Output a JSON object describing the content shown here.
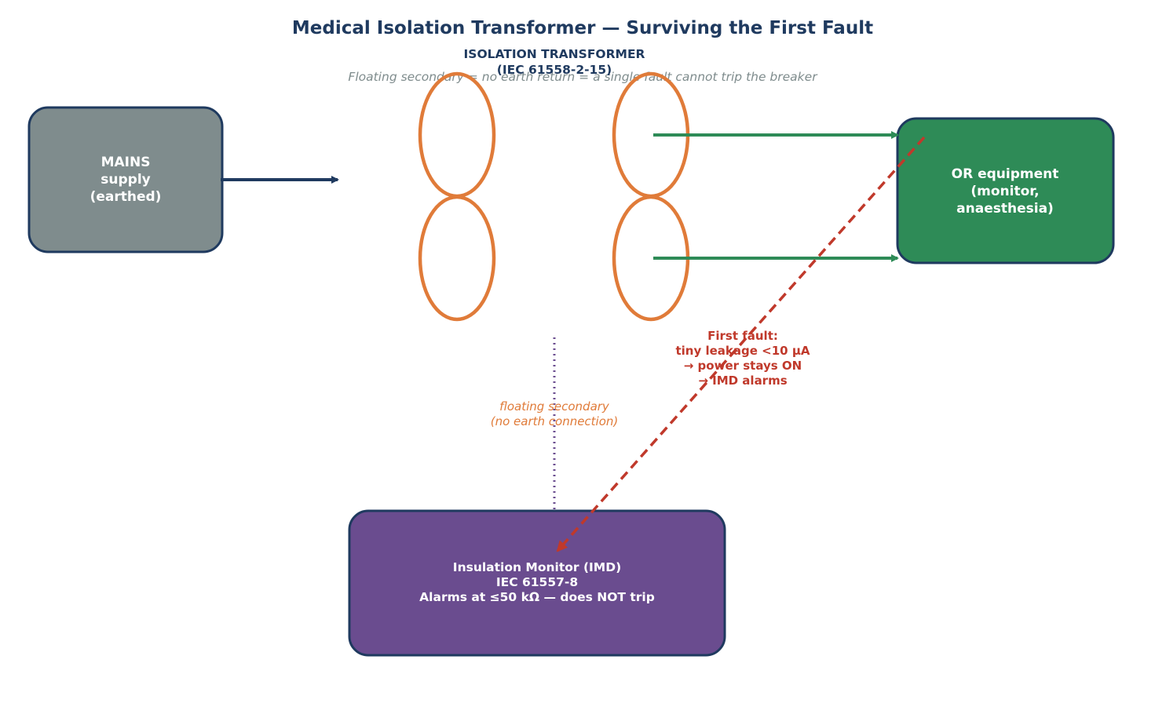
{
  "title": "Medical Isolation Transformer — Surviving the First Fault",
  "subtitle": "Floating secondary = no earth return = a single fault cannot trip the breaker",
  "transformer": {
    "label_line1": "ISOLATION TRANSFORMER",
    "label_line2": "(IEC 61558-2-15)"
  },
  "mains": {
    "line1": "MAINS",
    "line2": "supply",
    "line3": "(earthed)"
  },
  "equipment": {
    "line1": "OR equipment",
    "line2": "(monitor,",
    "line3": "anaesthesia)"
  },
  "imd": {
    "line1": "Insulation Monitor (IMD)",
    "line2": "IEC 61557-8",
    "line3": "Alarms at ≤50 kΩ — does NOT trip"
  },
  "fault": {
    "line1": "First fault:",
    "line2": "tiny leakage <10 µA",
    "line3": "→ power stays ON",
    "line4": "→ IMD alarms"
  },
  "floating": {
    "line1": "floating secondary",
    "line2": "(no earth connection)"
  },
  "colors": {
    "navy": "#1f3a5f",
    "grey": "#7f8c8d",
    "green": "#2e8b57",
    "purple": "#6a4c8f",
    "orange": "#e07b39",
    "red": "#c0392b"
  }
}
